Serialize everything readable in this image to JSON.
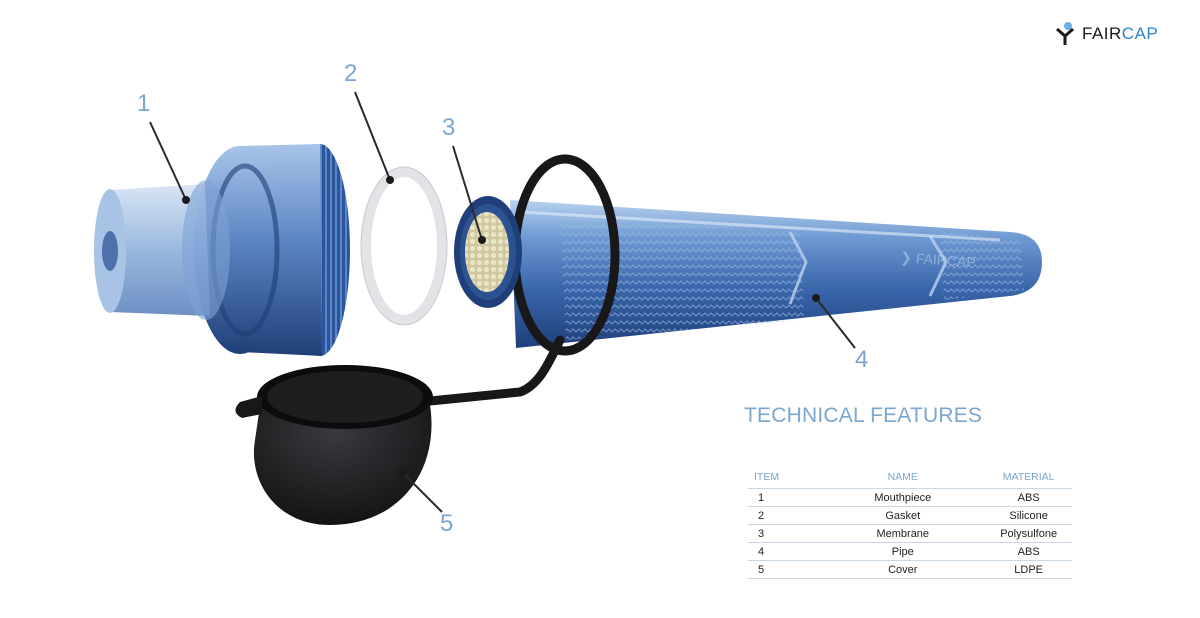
{
  "logo": {
    "word_left": "FAIR",
    "word_right": "CAP",
    "brand_color": "#2f84c8"
  },
  "callouts": [
    "1",
    "2",
    "3",
    "4",
    "5"
  ],
  "diagram": {
    "colors": {
      "blue_dark": "#1f3f7a",
      "blue_mid": "#3d6fb6",
      "blue_light": "#9dbde6",
      "cover": "#1b1b1d",
      "gasket": "#ededf0",
      "membrane": "#d9d2b5"
    }
  },
  "table": {
    "title": "TECHNICAL FEATURES",
    "headers": [
      "ITEM",
      "NAME",
      "MATERIAL"
    ],
    "rows": [
      [
        "1",
        "Mouthpiece",
        "ABS"
      ],
      [
        "2",
        "Gasket",
        "Silicone"
      ],
      [
        "3",
        "Membrane",
        "Polysulfone"
      ],
      [
        "4",
        "Pipe",
        "ABS"
      ],
      [
        "5",
        "Cover",
        "LDPE"
      ]
    ],
    "header_color": "#7aa6cf"
  }
}
